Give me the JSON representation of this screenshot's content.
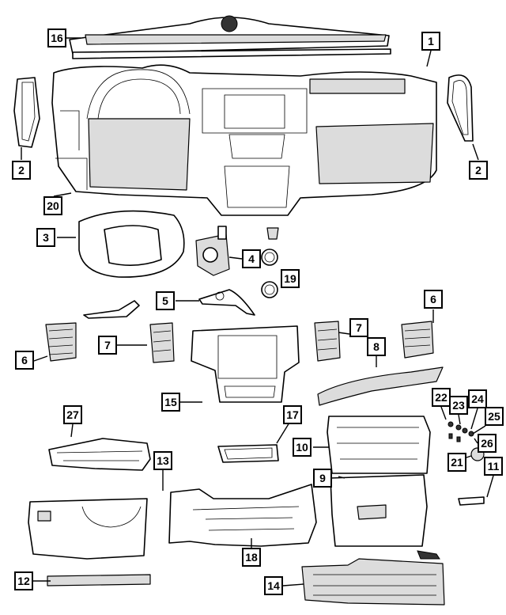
{
  "diagram": {
    "callouts": [
      {
        "id": "c1",
        "text": "1"
      },
      {
        "id": "c2a",
        "text": "2"
      },
      {
        "id": "c2b",
        "text": "2"
      },
      {
        "id": "c3",
        "text": "3"
      },
      {
        "id": "c4",
        "text": "4"
      },
      {
        "id": "c5",
        "text": "5"
      },
      {
        "id": "c6a",
        "text": "6"
      },
      {
        "id": "c6b",
        "text": "6"
      },
      {
        "id": "c7a",
        "text": "7"
      },
      {
        "id": "c7b",
        "text": "7"
      },
      {
        "id": "c8",
        "text": "8"
      },
      {
        "id": "c9",
        "text": "9"
      },
      {
        "id": "c10",
        "text": "10"
      },
      {
        "id": "c11",
        "text": "11"
      },
      {
        "id": "c12",
        "text": "12"
      },
      {
        "id": "c13",
        "text": "13"
      },
      {
        "id": "c14",
        "text": "14"
      },
      {
        "id": "c15",
        "text": "15"
      },
      {
        "id": "c16",
        "text": "16"
      },
      {
        "id": "c17",
        "text": "17"
      },
      {
        "id": "c18",
        "text": "18"
      },
      {
        "id": "c19",
        "text": "19"
      },
      {
        "id": "c20",
        "text": "20"
      },
      {
        "id": "c21",
        "text": "21"
      },
      {
        "id": "c22",
        "text": "22"
      },
      {
        "id": "c23",
        "text": "23"
      },
      {
        "id": "c24",
        "text": "24"
      },
      {
        "id": "c25",
        "text": "25"
      },
      {
        "id": "c26",
        "text": "26"
      },
      {
        "id": "c27",
        "text": "27"
      }
    ]
  }
}
